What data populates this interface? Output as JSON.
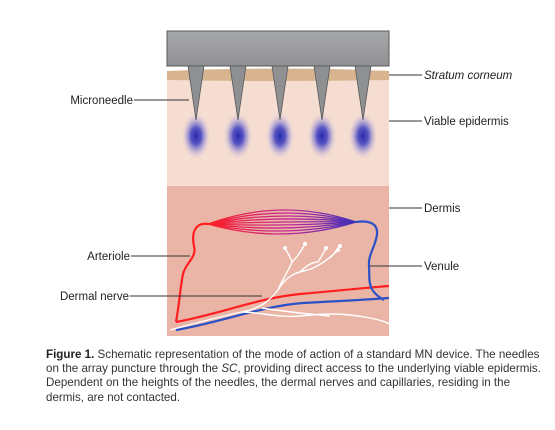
{
  "figure": {
    "labels": {
      "microneedle": "Microneedle",
      "stratum_corneum": "Stratum corneum",
      "viable_epidermis": "Viable epidermis",
      "dermis": "Dermis",
      "arteriole": "Arteriole",
      "venule": "Venule",
      "dermal_nerve": "Dermal nerve"
    },
    "needle_count": 5,
    "colors": {
      "device": "#9b9c9e",
      "stratum_corneum": "#d8b490",
      "viable_epidermis": "#f6ddd1",
      "dermis": "#eab4a6",
      "arteriole": "#ff1f1f",
      "venule": "#2b51c7",
      "dermal_nerve": "#ffffff",
      "drug_spot": "#3a3bb8"
    }
  },
  "caption": {
    "title": "Figure 1.",
    "text_parts": [
      " Schematic representation of the mode of action of a standard MN device. The needles on the array puncture through the ",
      "SC",
      ", providing direct access to the underlying viable epidermis. Dependent on the heights of the needles, the dermal nerves and capillaries, residing in the dermis, are not contacted."
    ]
  }
}
